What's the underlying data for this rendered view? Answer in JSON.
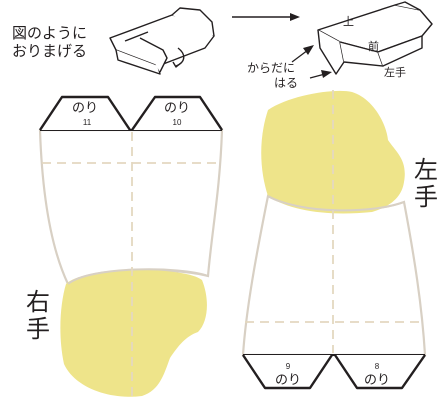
{
  "instructions": {
    "fold_line1": "図のように",
    "fold_line2": "おりまげる",
    "attach_line1": "からだに",
    "attach_line2": "はる"
  },
  "model_labels": {
    "top": "上",
    "front": "前",
    "hand": "左手"
  },
  "left_piece": {
    "side_label": [
      "右",
      "手"
    ],
    "tabs": [
      {
        "label": "のり",
        "number": "11"
      },
      {
        "label": "のり",
        "number": "10"
      }
    ]
  },
  "right_piece": {
    "side_label": [
      "左",
      "手"
    ],
    "tabs": [
      {
        "label": "のり",
        "number": "9"
      },
      {
        "label": "のり",
        "number": "8"
      }
    ]
  },
  "colors": {
    "outline": "#231f20",
    "hand": "#eee48a",
    "fold_line": "#e4d8c0",
    "seam": "#d8d0c4"
  }
}
